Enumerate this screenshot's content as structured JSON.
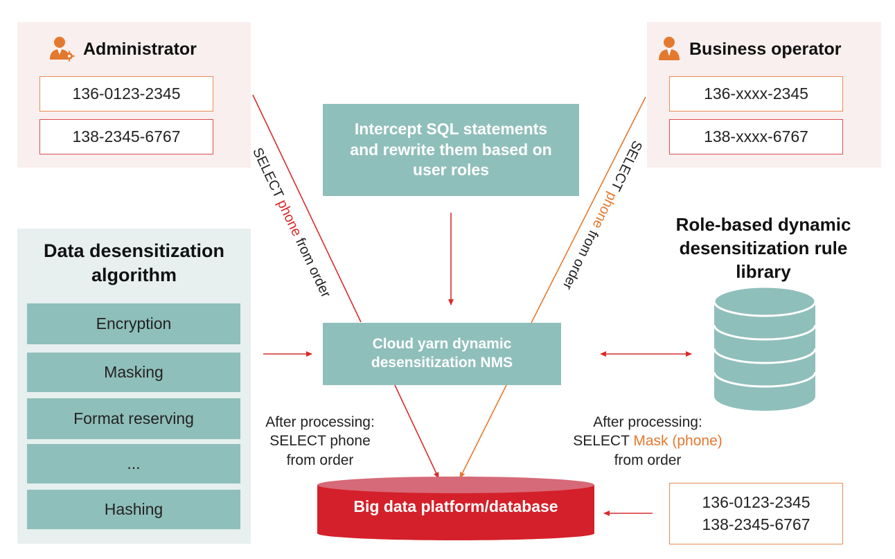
{
  "administrator": {
    "title": "Administrator",
    "phones": [
      "136-0123-2345",
      "138-2345-6767"
    ]
  },
  "business_operator": {
    "title": "Business operator",
    "phones": [
      "136-xxxx-2345",
      "138-xxxx-6767"
    ]
  },
  "intercept_box": "Intercept SQL statements and rewrite them based on user roles",
  "nms_box": "Cloud yarn dynamic desensitization NMS",
  "algorithm": {
    "title": "Data desensitization algorithm",
    "items": [
      "Encryption",
      "Masking",
      "Format reserving",
      "...",
      "Hashing"
    ]
  },
  "rule_library": {
    "title": "Role-based dynamic desensitization rule library"
  },
  "left_query": {
    "prefix": "SELECT ",
    "highlight": "phone",
    "suffix": " from order"
  },
  "right_query": {
    "prefix": "SELECT ",
    "highlight": "phone",
    "suffix": " from order"
  },
  "after_left": {
    "line1": "After processing:",
    "line2": "SELECT phone",
    "line3": "from order"
  },
  "after_right": {
    "line1": "After processing:",
    "line2_prefix": "SELECT ",
    "line2_highlight": "Mask (phone)",
    "line3": "from order"
  },
  "database": {
    "title": "Big data platform/database",
    "phones": [
      "136-0123-2345",
      "138-2345-6767"
    ]
  },
  "colors": {
    "teal": "#8fbfba",
    "red": "#d92b2b",
    "orange": "#e3792f",
    "pink_panel": "#f8efee",
    "blue_panel": "#e7efef",
    "db_red": "#d4202a"
  }
}
